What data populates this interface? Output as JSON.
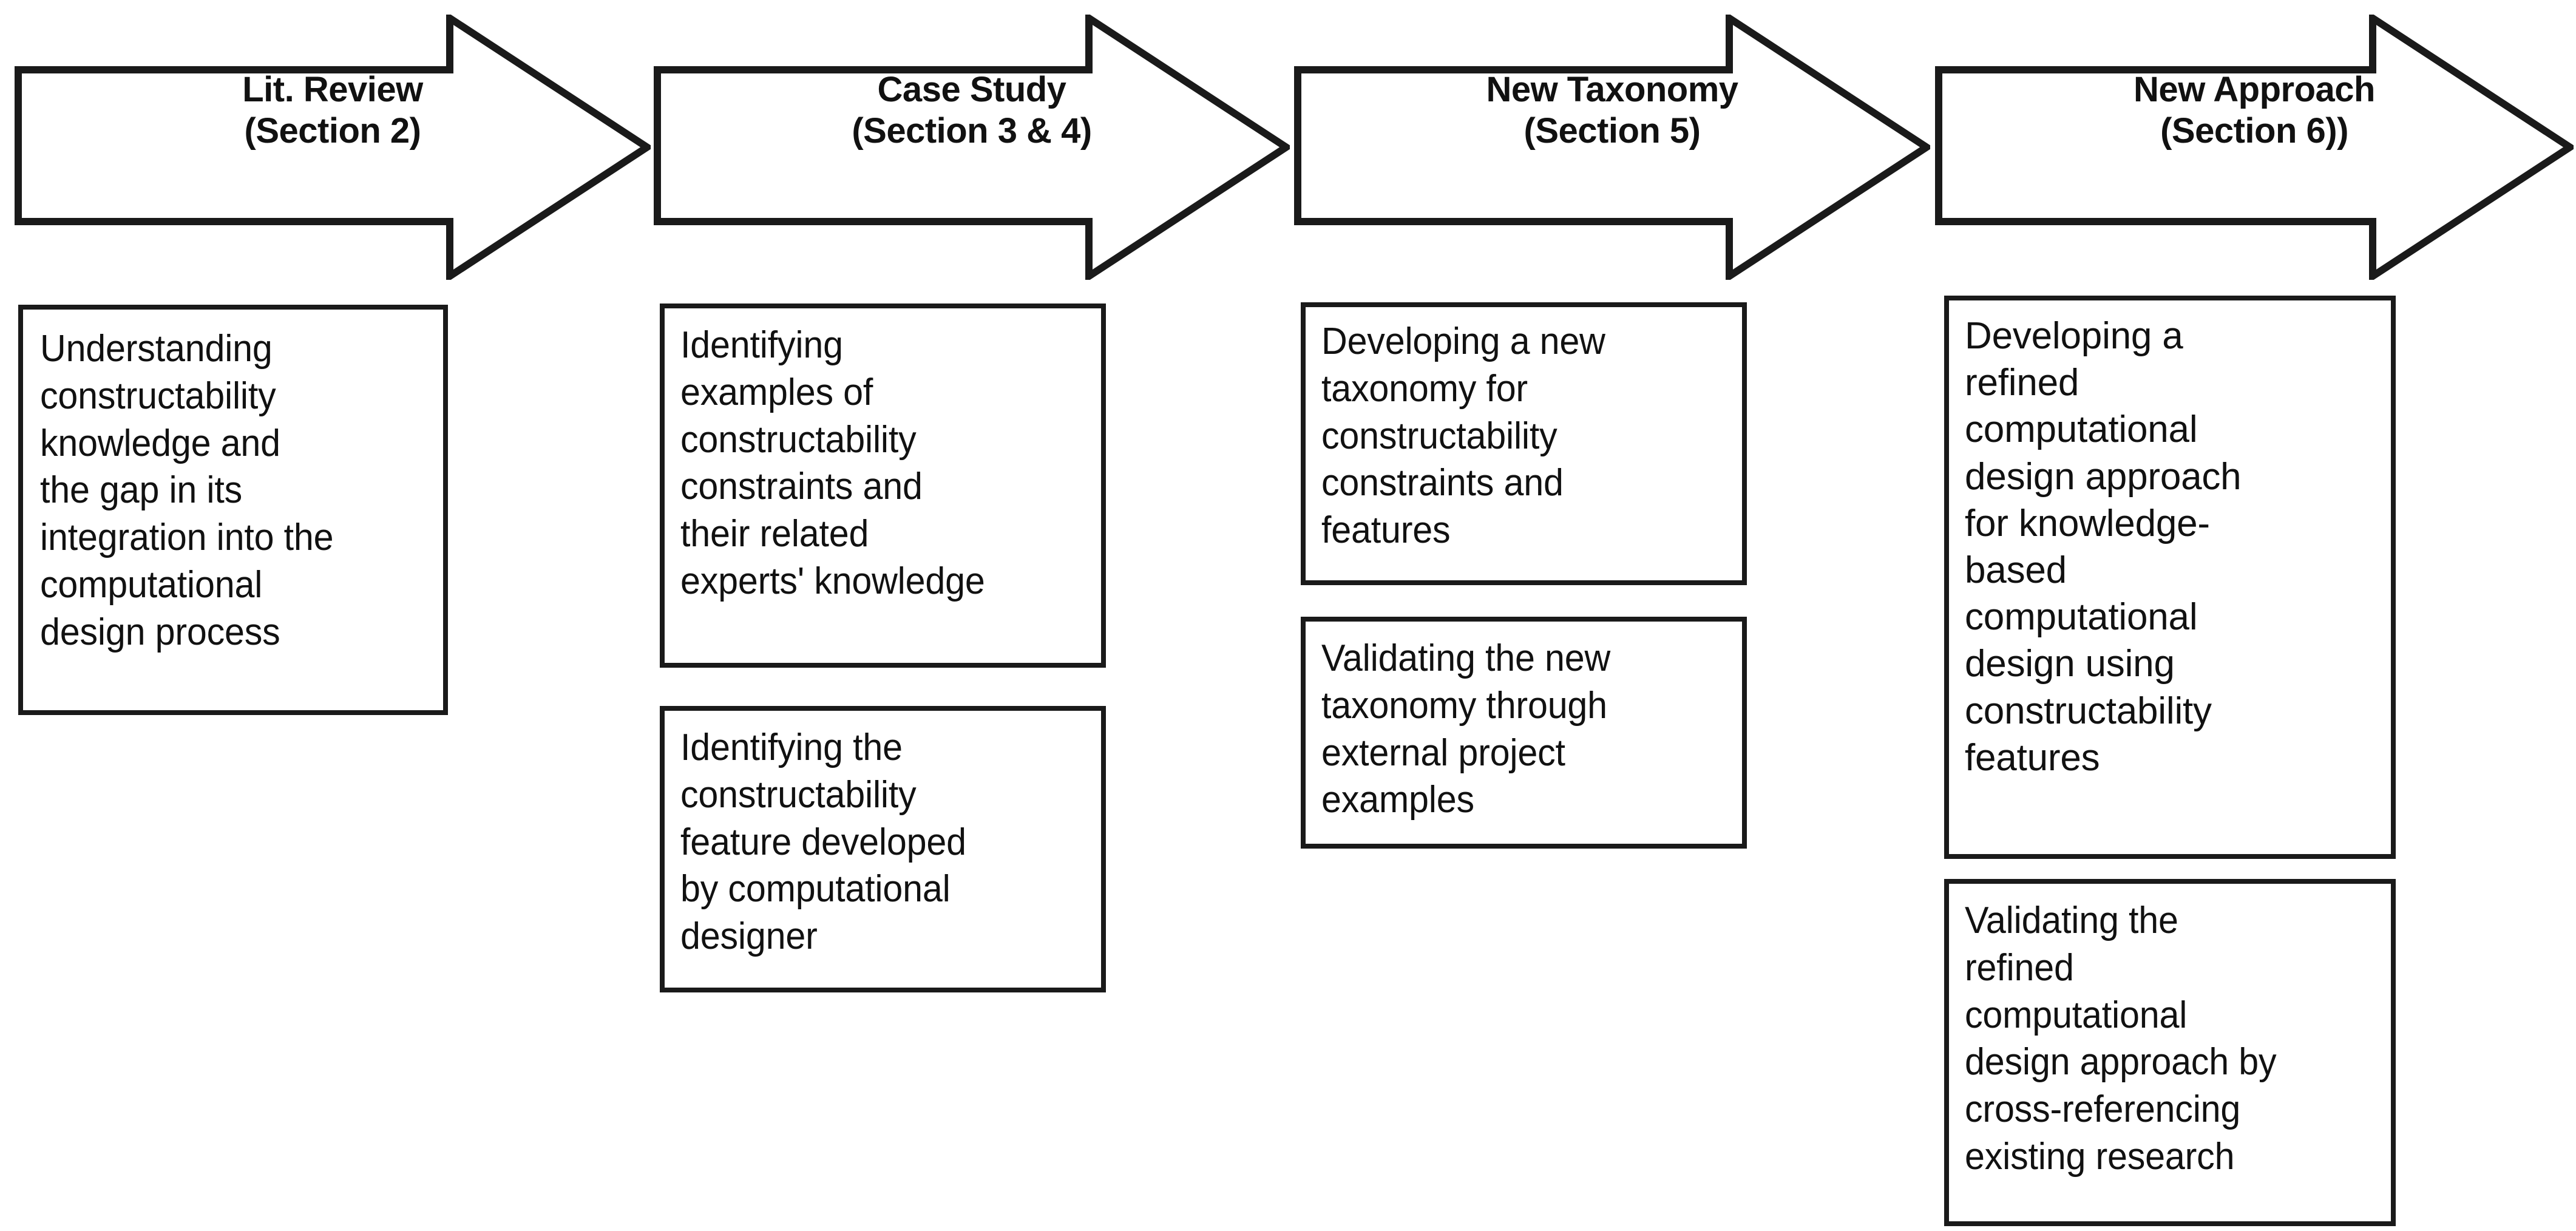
{
  "diagram": {
    "title": "Research methodology flow",
    "accent_color": "#1a1a1a",
    "background_color": "#ffffff"
  },
  "stages": [
    {
      "id": "lit-review",
      "title_line1": "Lit. Review",
      "title_line2": "(Section 2)",
      "outcomes": [
        {
          "id": "understanding-gap",
          "text": "Understanding\nconstructability\nknowledge and\nthe gap in its\nintegration into the\ncomputational\ndesign process"
        }
      ]
    },
    {
      "id": "case-study",
      "title_line1": "Case Study",
      "title_line2": "(Section 3 & 4)",
      "outcomes": [
        {
          "id": "identify-examples",
          "text": "Identifying\nexamples of\nconstructability\nconstraints and\ntheir related\nexperts' knowledge"
        },
        {
          "id": "identify-feature",
          "text": "Identifying the\nconstructability\nfeature developed\nby computational\ndesigner"
        }
      ]
    },
    {
      "id": "new-taxonomy",
      "title_line1": "New Taxonomy",
      "title_line2": "(Section 5)",
      "outcomes": [
        {
          "id": "develop-taxonomy",
          "text": "Developing a new\ntaxonomy for\nconstructability\nconstraints and\nfeatures"
        },
        {
          "id": "validate-taxonomy",
          "text": "Validating the new\ntaxonomy through\nexternal project\nexamples"
        }
      ]
    },
    {
      "id": "new-approach",
      "title_line1": "New Approach",
      "title_line2": "(Section 6))",
      "outcomes": [
        {
          "id": "develop-approach",
          "text": "Developing a\nrefined\ncomputational\ndesign approach\nfor knowledge-\nbased\ncomputational\ndesign using\nconstructability\nfeatures"
        },
        {
          "id": "validate-approach",
          "text": "Validating the\nrefined\ncomputational\ndesign approach by\ncross-referencing\nexisting research"
        }
      ]
    }
  ]
}
